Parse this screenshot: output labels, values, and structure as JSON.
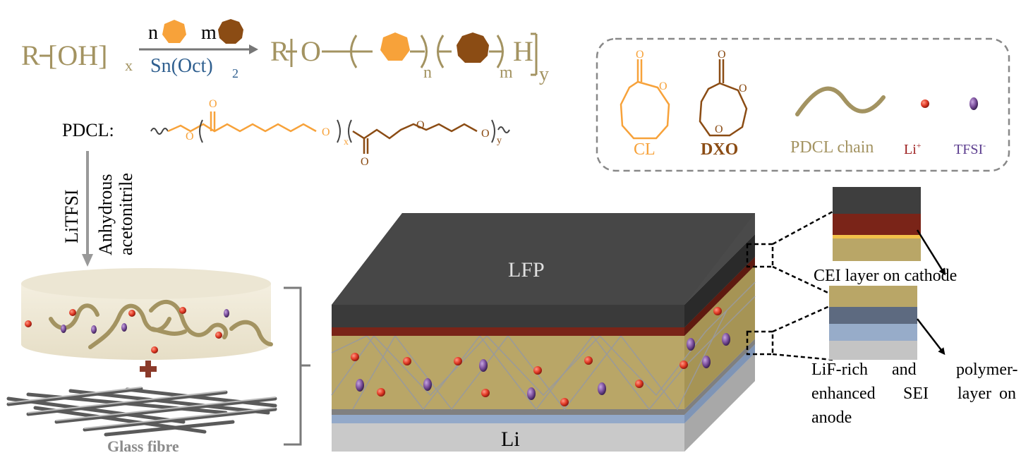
{
  "reaction": {
    "reactant_main": "R",
    "reactant_group": "[OH]",
    "reactant_sub": "x",
    "monomer_n": "n",
    "monomer_m": "m",
    "catalyst": "Sn(Oct)",
    "catalyst_sub": "2",
    "product_r": "R",
    "product_o": "O",
    "product_sub_n": "n",
    "product_sub_m": "m",
    "product_h": "H",
    "product_sub_y": "y"
  },
  "pdcl": {
    "label": "PDCL:",
    "sub_x": "x",
    "sub_y": "y",
    "atom_o": "O"
  },
  "process": {
    "reagent": "LiTFSI",
    "solvent_line1": "Anhydrous",
    "solvent_line2": "acetonitrile"
  },
  "legend": {
    "cl": "CL",
    "dxo": "DXO",
    "chain": "PDCL chain",
    "li": "Li",
    "li_sup": "+",
    "tfsi": "TFSI",
    "tfsi_sup": "-"
  },
  "glass_fibre": "Glass fibre",
  "cell": {
    "cathode": "LFP",
    "anode": "Li"
  },
  "callouts": {
    "cei": "CEI layer on cathode",
    "sei": [
      "LiF-rich",
      "and",
      "polymer-",
      "enhanced",
      "SEI",
      "layer",
      "on",
      "anode"
    ]
  },
  "colors": {
    "olive": "#a39361",
    "orange": "#f7a23a",
    "brown": "#8b4c14",
    "dark_top": "#3f3f3f",
    "red_layer": "#7a2418",
    "electrolyte": "#b9a667",
    "blue_layer": "#93a9c9",
    "gray_li": "#c4c4c4",
    "li_ion": "#e23b26",
    "tfsi_ion": "#7b4f9c",
    "catalyst_text": "#2f5f8f"
  }
}
